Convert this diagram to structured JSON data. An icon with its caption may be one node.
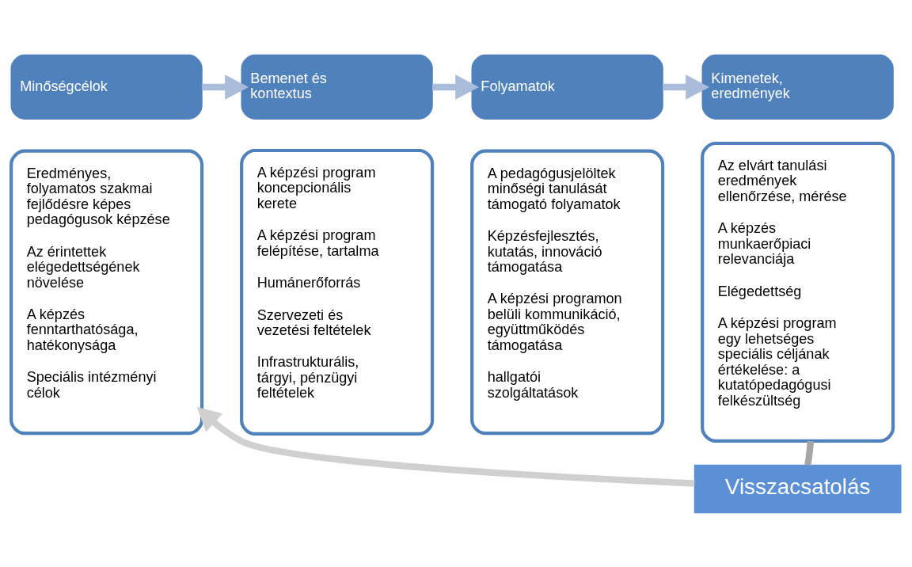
{
  "diagram": {
    "nodes": [
      {
        "text": [
          "Minőségcélok"
        ]
      },
      {
        "text": [
          "Eredményes, folyamatos szakmai fejlődésre képes pedagógusok képzése",
          "Az érintettek elégedettségének növelése",
          "A képzés fenntarthatósága, hatékonysága",
          "Speciális intézményi célok"
        ]
      },
      {
        "text": [
          "Bemenet és kontextus"
        ]
      },
      {
        "text": [
          "A képzési program koncepcionális kerete",
          "A képzési program felépítése, tartalma",
          "Humánerőforrás",
          "Szervezeti és vezetési feltételek",
          "Infrastrukturális, tárgyi, pénzügyi feltételek"
        ]
      },
      {
        "text": [
          "Folyamatok"
        ]
      },
      {
        "text": [
          "A pedagógusjelöltek minőségi tanulását támogató folyamatok",
          "Képzésfejlesztés, kutatás, innováció támogatása",
          "A képzési programon belüli kommunikáció, együttműködés támogatása",
          "hallgatói szolgáltatások"
        ]
      },
      {
        "text": [
          "Kimenetek, eredmények"
        ]
      },
      {
        "text": [
          "Az elvárt tanulási eredmények ellenőrzése, mérése",
          "A képzés munkaerőpiaci relevanciája",
          "Elégedettség",
          "A képzési program egy lehetséges speciális céljának értékelése: a kutatópedagógusi felkészültség"
        ]
      },
      {
        "text": [
          "Visszacsatolás"
        ]
      }
    ],
    "edges": [
      {
        "from": 0,
        "to": 2,
        "arrow": "to"
      },
      {
        "from": 2,
        "to": 4,
        "arrow": "to"
      },
      {
        "from": 4,
        "to": 6,
        "arrow": "to"
      },
      {
        "from": 7,
        "to": 8,
        "arrow": "none",
        "color": "#a6a6a6"
      },
      {
        "from": 8,
        "to": 1,
        "arrow": "to",
        "color": "#d0d0d0"
      }
    ]
  }
}
